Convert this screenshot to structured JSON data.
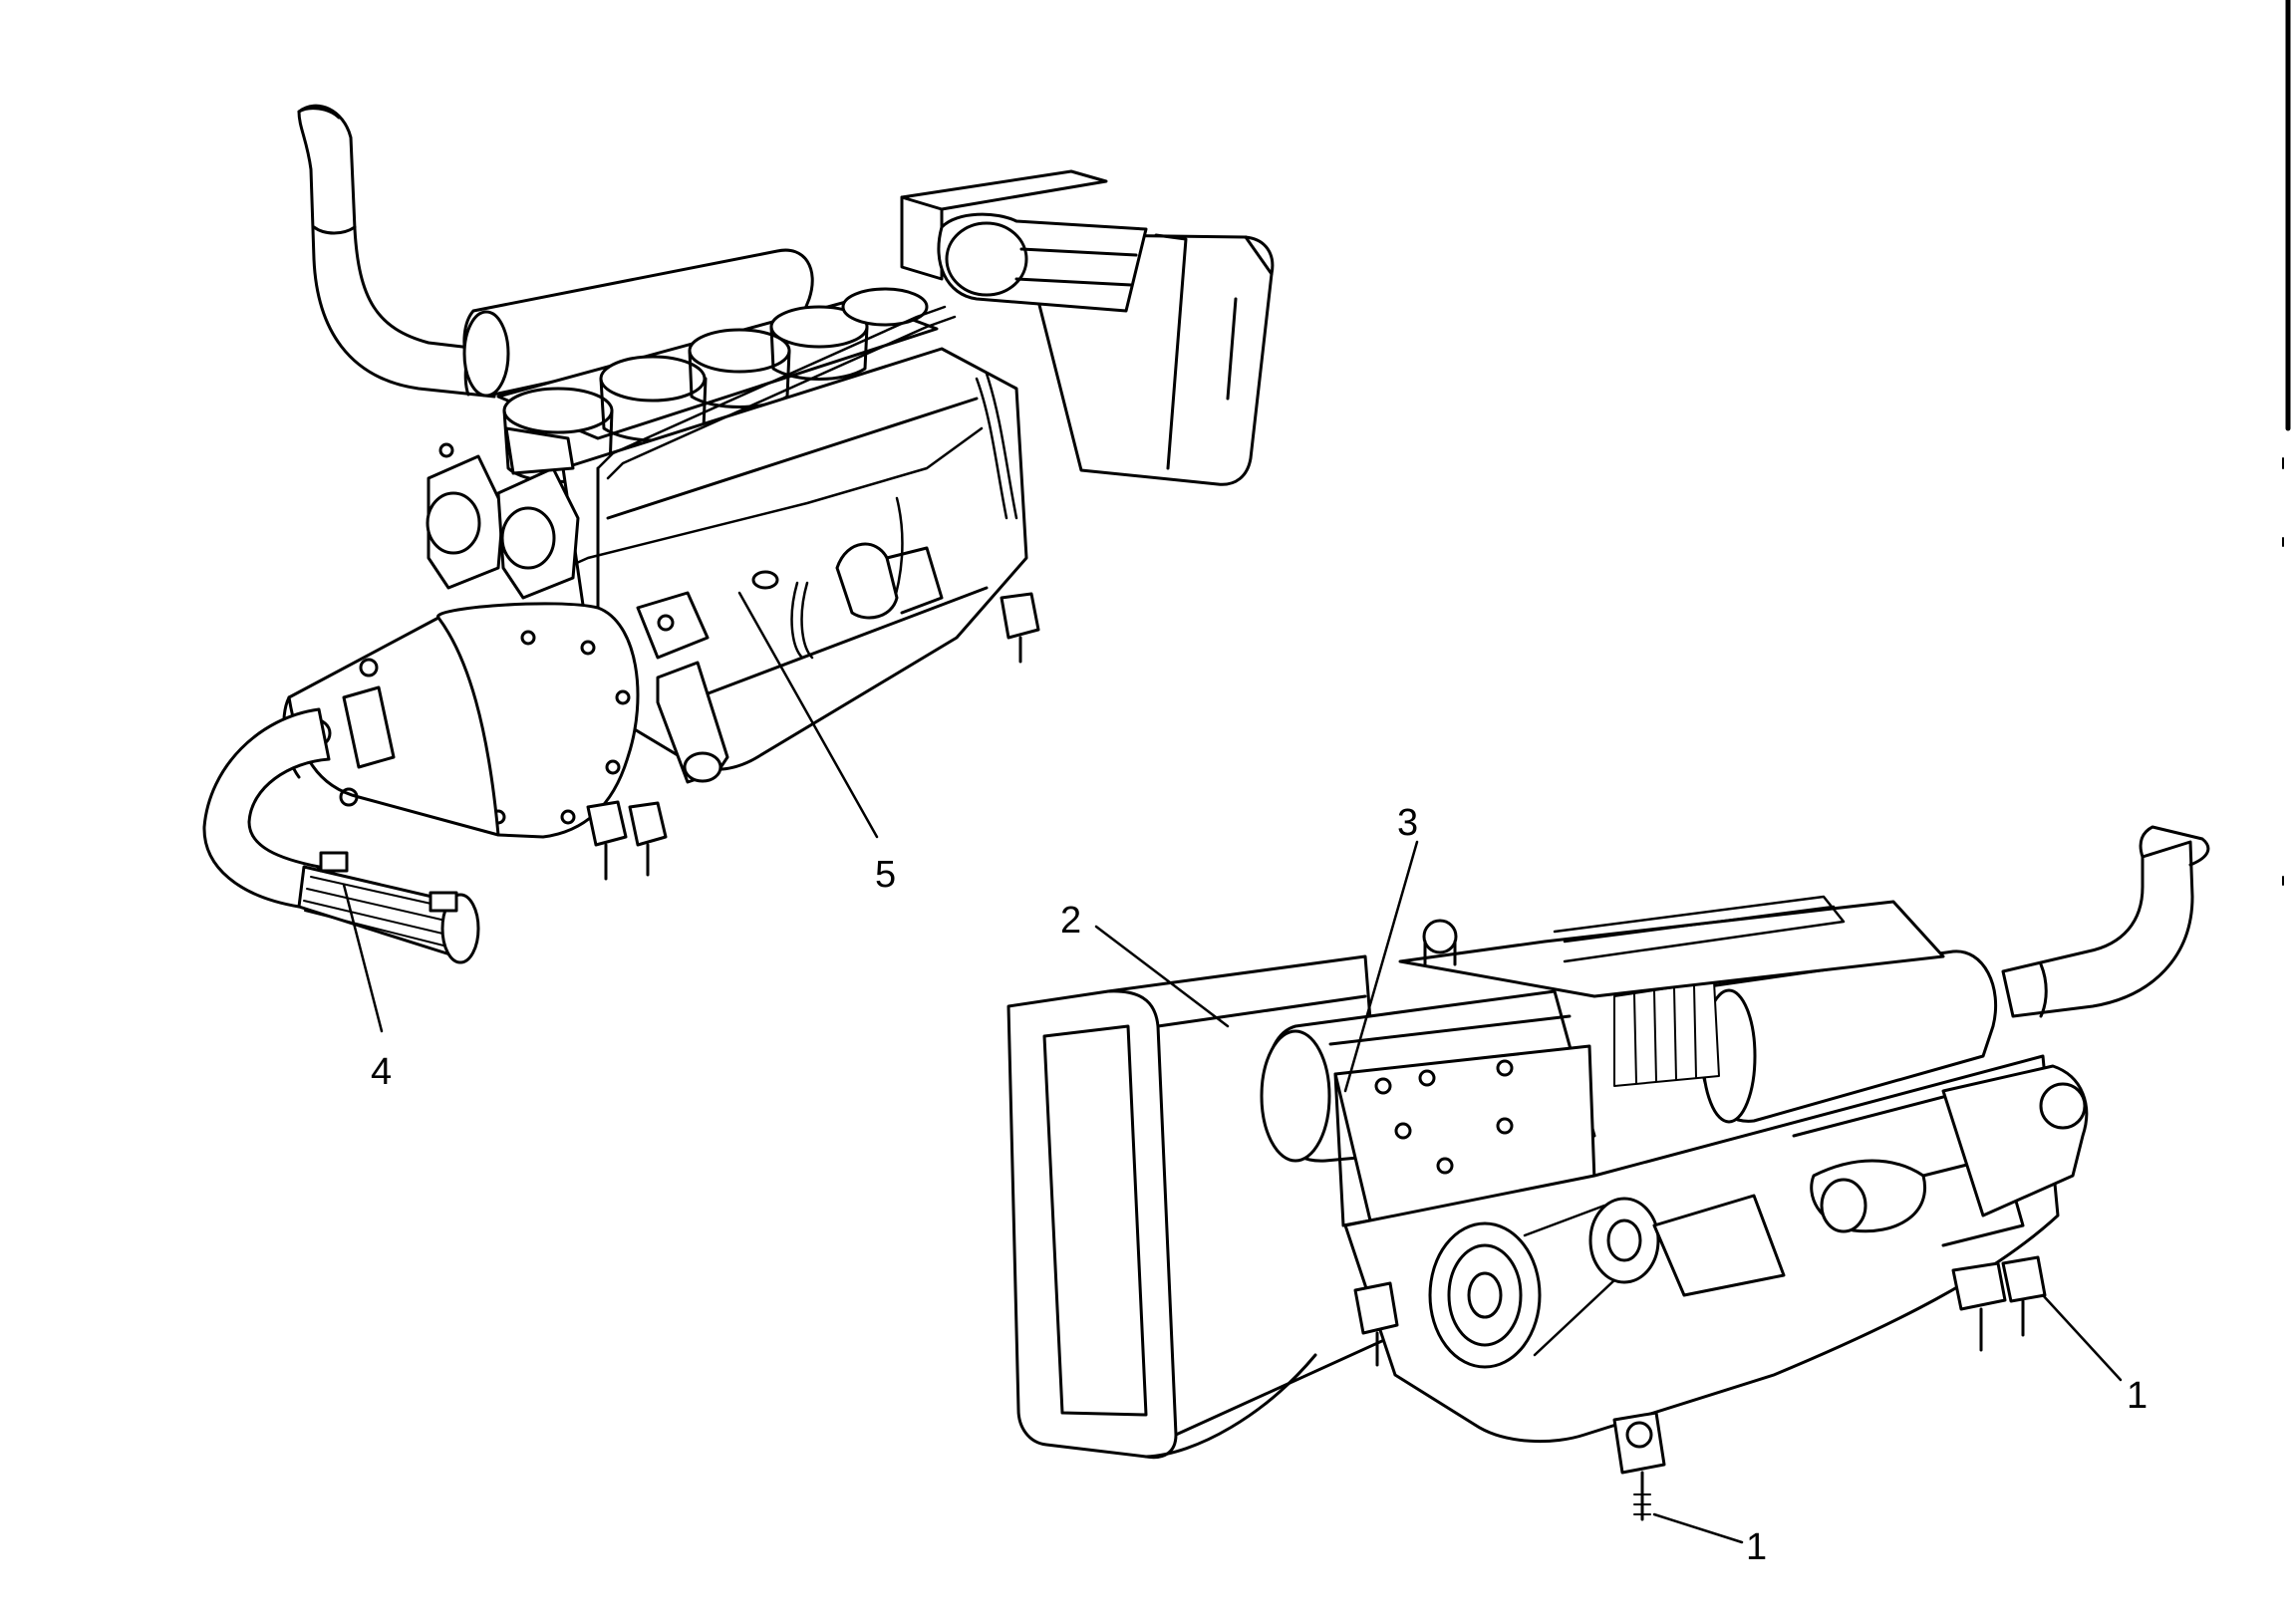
{
  "callouts": [
    {
      "id": "callout-1-right",
      "label": "1"
    },
    {
      "id": "callout-1-bottom",
      "label": "1"
    },
    {
      "id": "callout-2",
      "label": "2"
    },
    {
      "id": "callout-3",
      "label": "3"
    },
    {
      "id": "callout-4",
      "label": "4"
    },
    {
      "id": "callout-5",
      "label": "5"
    }
  ],
  "colors": {
    "ink": "#000000",
    "paper": "#ffffff"
  }
}
